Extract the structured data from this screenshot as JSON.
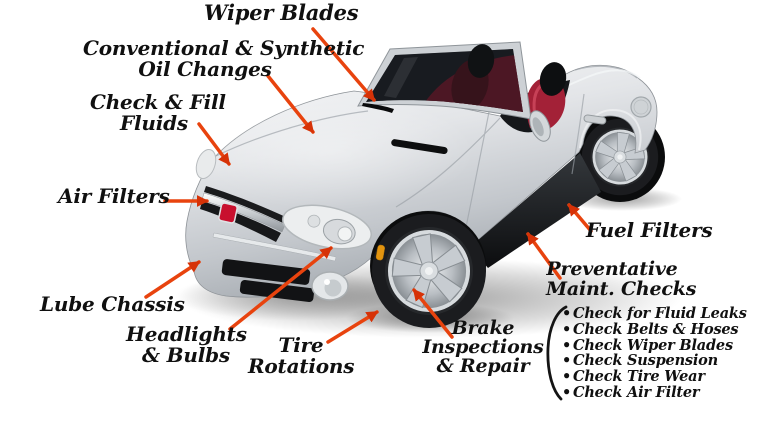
{
  "colors": {
    "background": "#ffffff",
    "arrow": "#e8430e",
    "arrow_head": "#d63207",
    "label_text": "#101010",
    "car_body_silver": "#d3d6da",
    "interior_red": "#a32137",
    "badge_red": "#c8102e",
    "tire_black": "#1b1c1f"
  },
  "illustration": {
    "subject": "silver convertible roadster with red interior, front three-quarter view"
  },
  "labels": {
    "wiper_blades": {
      "text": "Wiper Blades"
    },
    "oil_changes": {
      "line1": "Conventional & Synthetic",
      "line2": "Oil Changes"
    },
    "check_fluids": {
      "line1": "Check & Fill",
      "line2": "Fluids"
    },
    "air_filters": {
      "text": "Air Filters"
    },
    "lube_chassis": {
      "text": "Lube Chassis"
    },
    "headlights_bulbs": {
      "line1": "Headlights",
      "line2": "& Bulbs"
    },
    "tire_rotations": {
      "line1": "Tire",
      "line2": "Rotations"
    },
    "brake_inspections": {
      "line1": "Brake",
      "line2": "Inspections",
      "line3": "& Repair"
    },
    "fuel_filters": {
      "text": "Fuel Filters"
    },
    "preventative": {
      "line1": "Preventative",
      "line2": "Maint. Checks"
    }
  },
  "checklist": {
    "bullet": "•",
    "items": [
      "Check for Fluid Leaks",
      "Check Belts & Hoses",
      "Check Wiper Blades",
      "Check Suspension",
      "Check Tire Wear",
      "Check Air Filter"
    ]
  }
}
